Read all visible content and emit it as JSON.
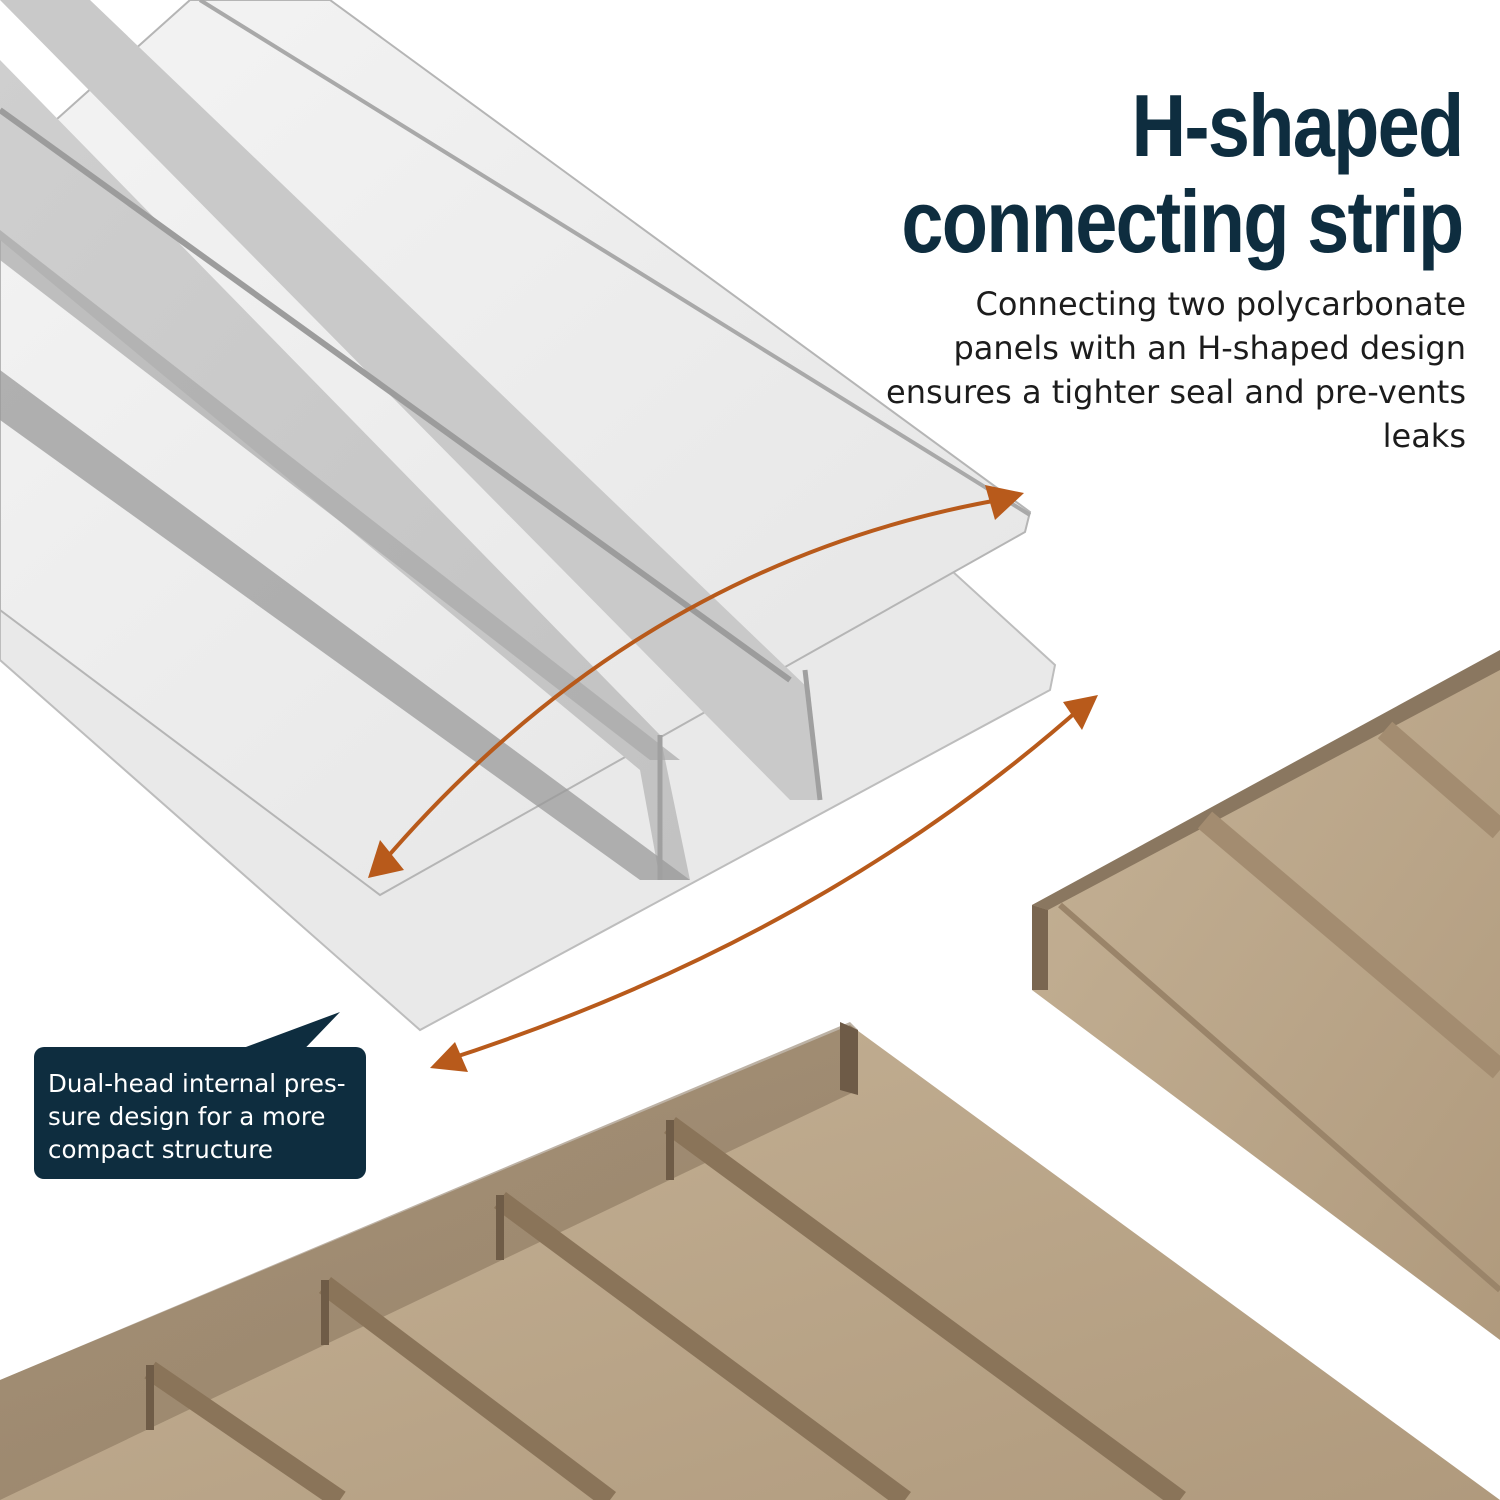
{
  "headline": {
    "line1": "H-shaped",
    "line2": "connecting strip"
  },
  "description": "Connecting two polycarbonate panels with an H-shaped design ensures a tighter seal and pre-vents leaks",
  "callout": {
    "text": "Dual-head internal pres-sure design for a more compact structure"
  },
  "colors": {
    "title": "#0e2d3f",
    "callout_background": "#0e2d3f",
    "arrow": "#b85a1b",
    "clear_strip": "#d6d6d6",
    "bronze_panel": "#b6a083"
  },
  "icons": {
    "width_arrow": "double-headed-curved-arrow"
  }
}
